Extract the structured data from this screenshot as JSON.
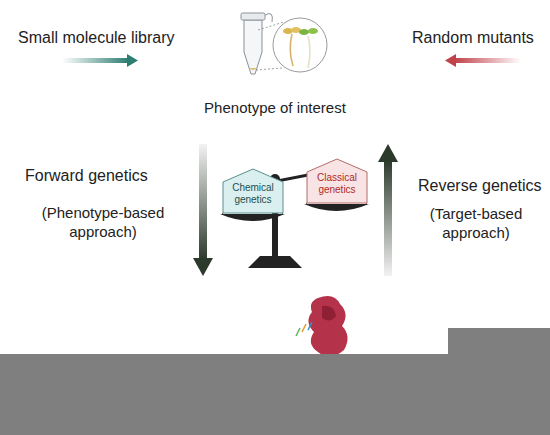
{
  "diagram": {
    "nodes": [
      {
        "text": [
          "Chemical genetics"
        ]
      },
      {
        "text": [
          "Classical genetics"
        ]
      }
    ],
    "labels": [
      "Small molecule library",
      "Random mutants",
      "Phenotype of interest",
      "Forward genetics",
      "(Phenotype-based approach)",
      "Reverse genetics",
      "(Target-based approach)"
    ]
  }
}
